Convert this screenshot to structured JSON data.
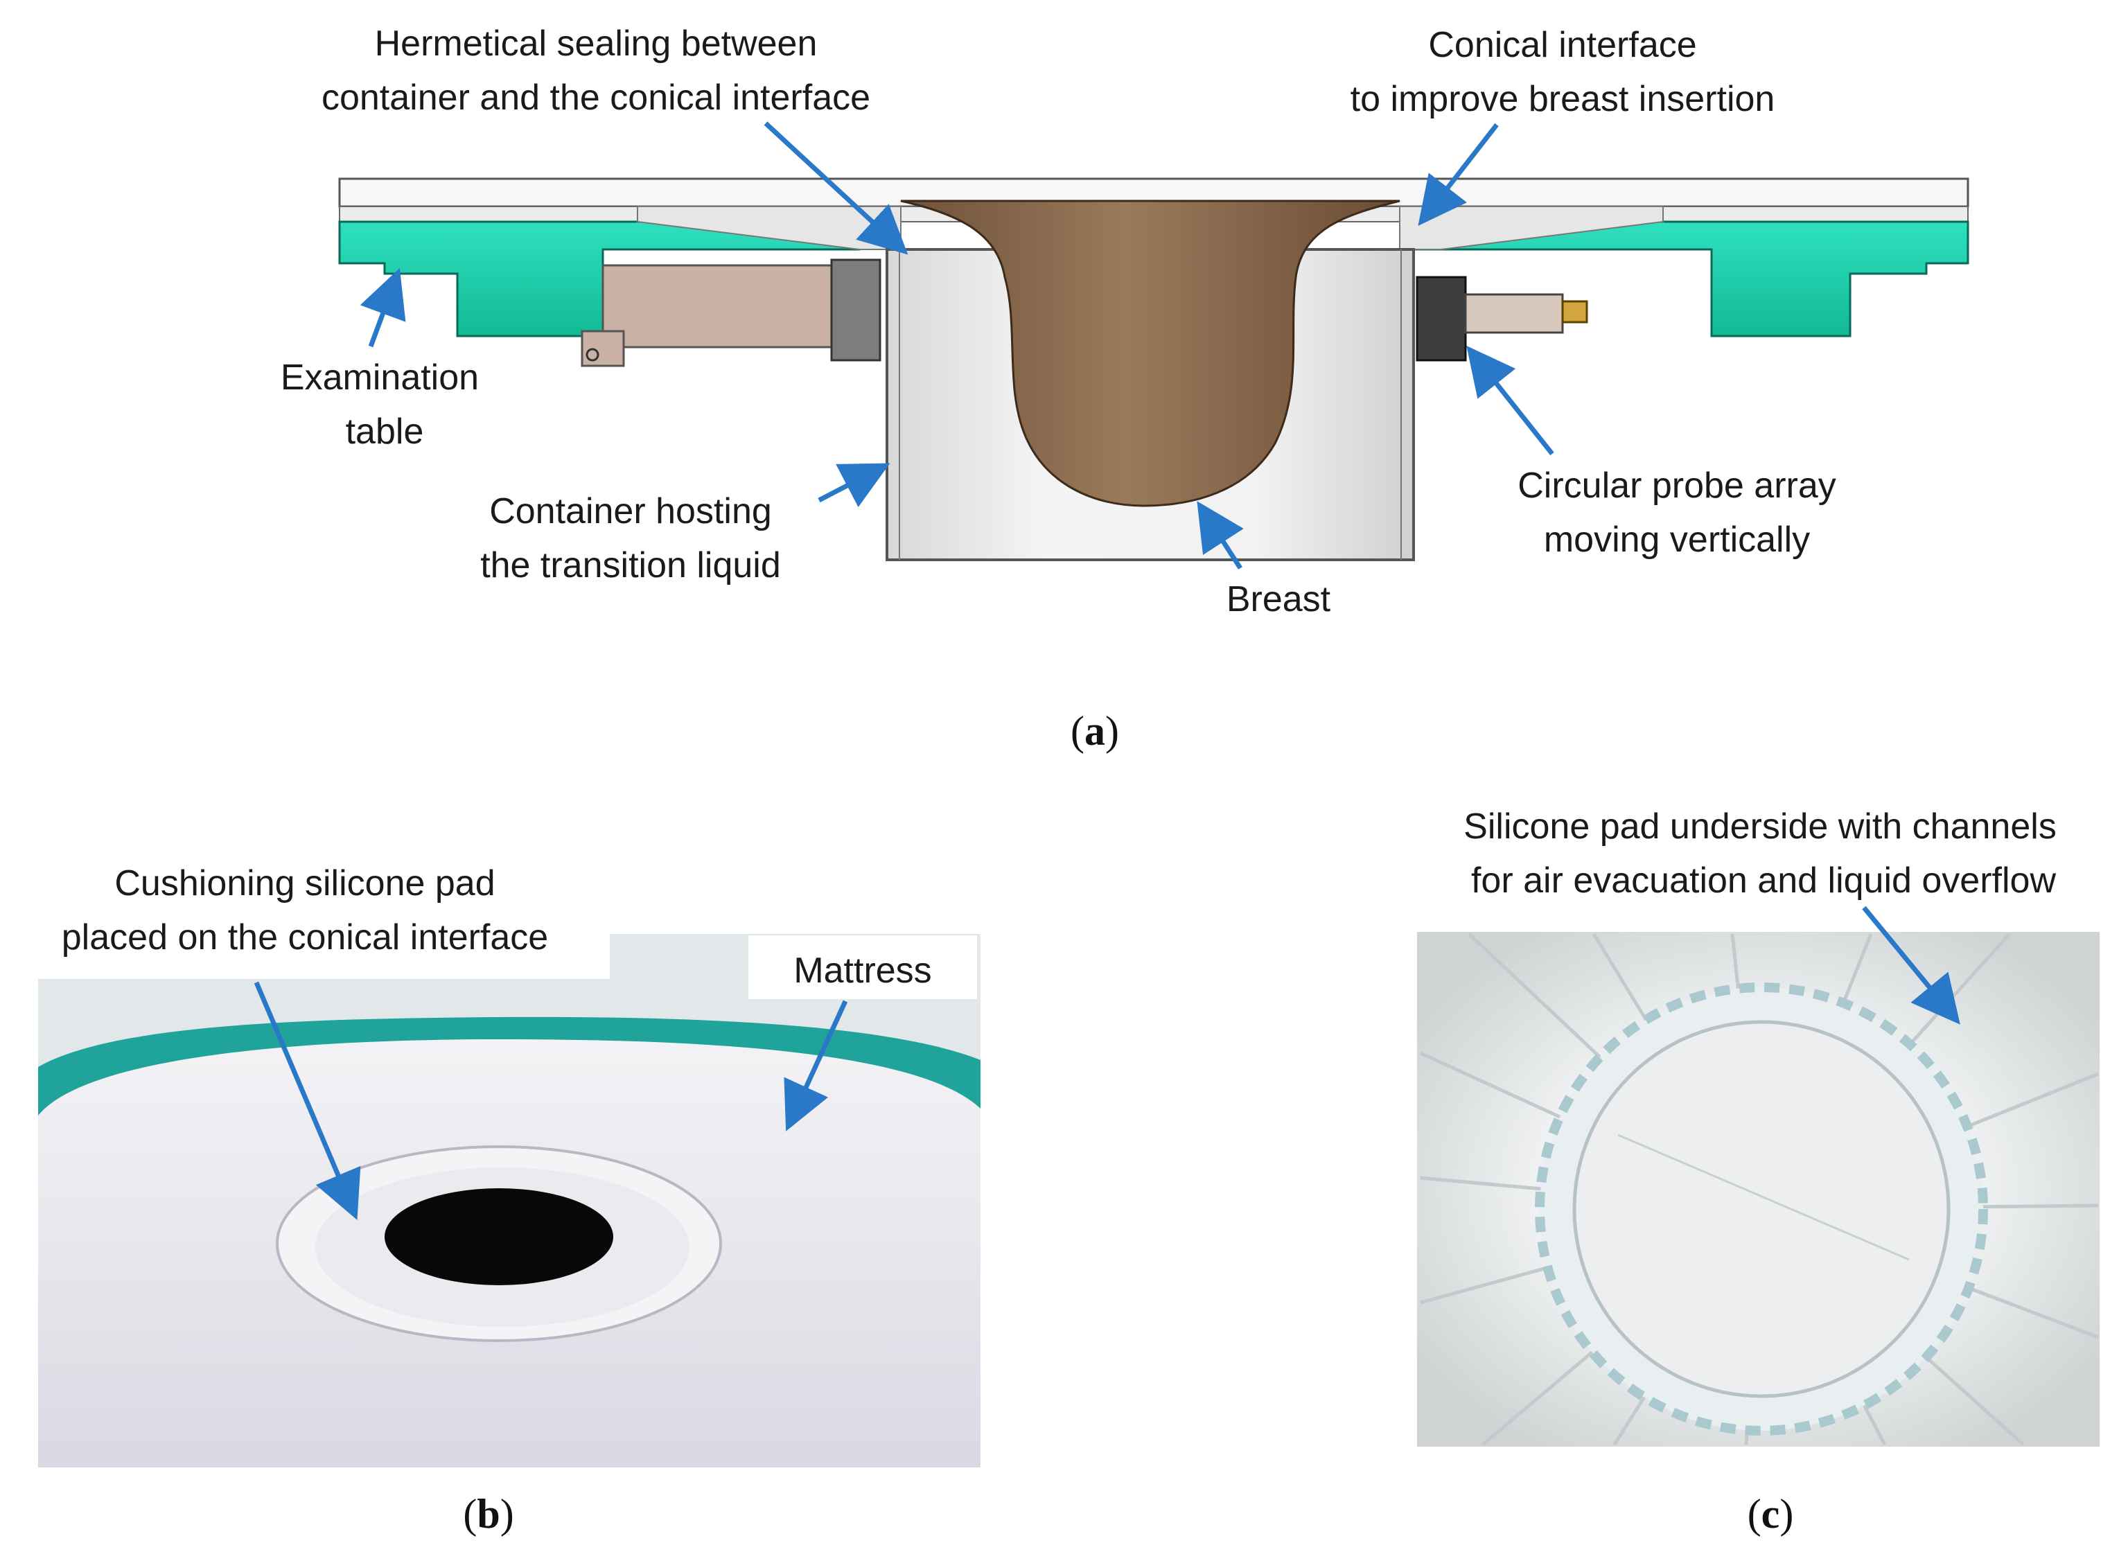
{
  "panel_a": {
    "caption_open": "(",
    "caption_letter": "a",
    "caption_close": ")",
    "labels": {
      "sealing_line1": "Hermetical sealing between",
      "sealing_line2": "container and the conical interface",
      "conical_line1": "Conical interface",
      "conical_line2": "to improve breast insertion",
      "table_line1": "Examination",
      "table_line2": "table",
      "container_line1": "Container hosting",
      "container_line2": "the transition liquid",
      "breast": "Breast",
      "probe_line1": "Circular probe array",
      "probe_line2": "moving vertically"
    }
  },
  "panel_b": {
    "caption_open": "(",
    "caption_letter": "b",
    "caption_close": ")",
    "labels": {
      "pad_line1": "Cushioning silicone pad",
      "pad_line2": "placed on the conical interface",
      "mattress": "Mattress"
    }
  },
  "panel_c": {
    "caption_open": "(",
    "caption_letter": "c",
    "caption_close": ")",
    "labels": {
      "underside_line1": "Silicone pad underside with channels",
      "underside_line2": "for air evacuation and liquid overflow"
    }
  },
  "colors": {
    "arrow": "#2a78c8",
    "table_teal": "#1fd6b0",
    "breast_brown": "#8a6a4e",
    "probe_housing": "#c8b0a2",
    "mattress_edge": "#1fa39a"
  }
}
